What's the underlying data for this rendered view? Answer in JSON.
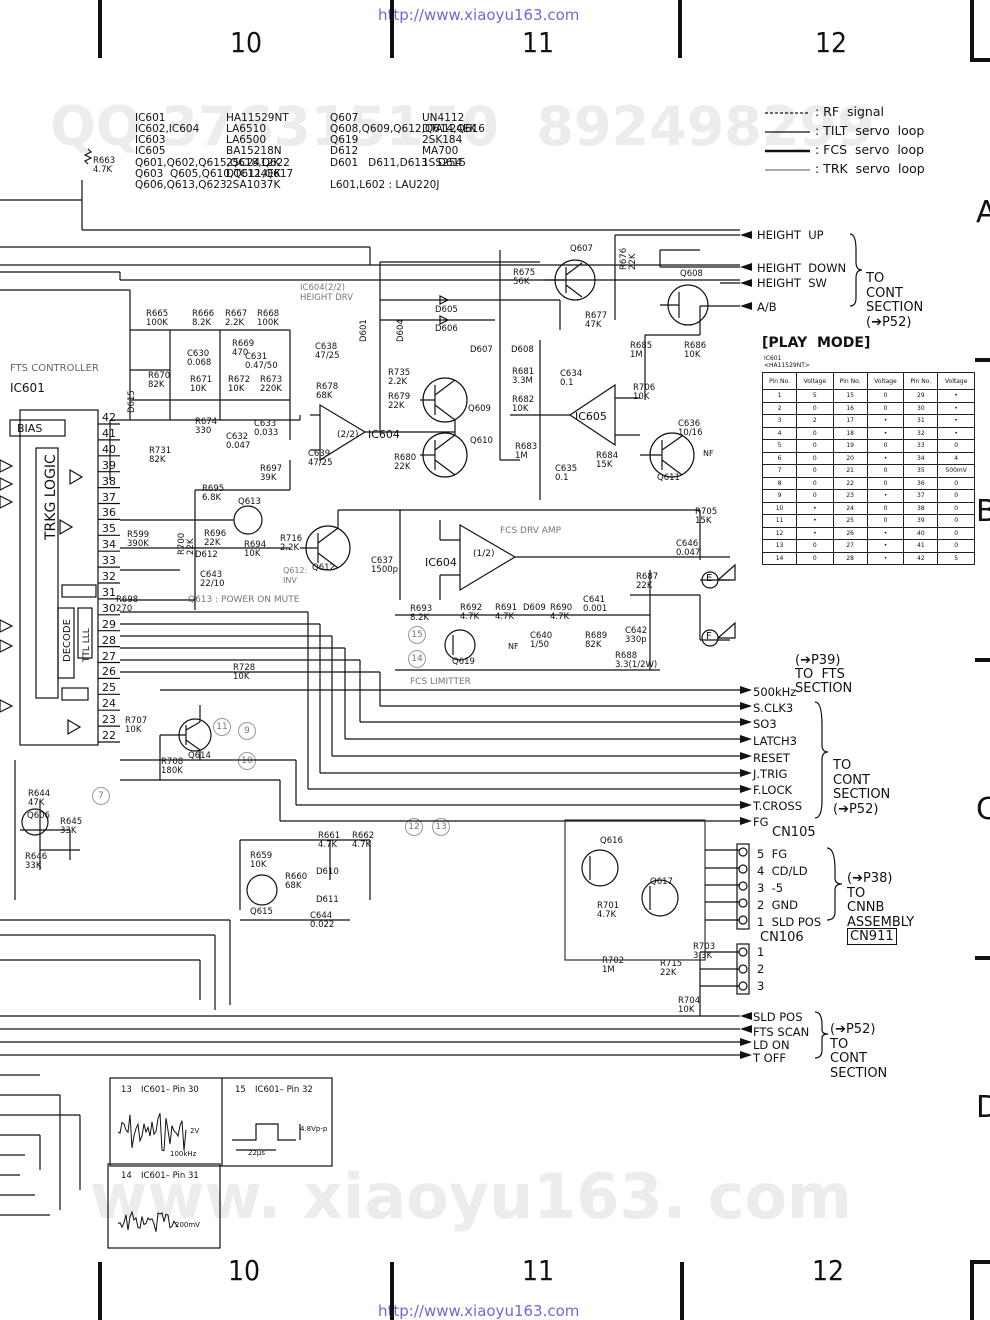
{
  "watermark": {
    "url_top": "http://www.xiaoyu163.com",
    "url_bottom": "http://www.xiaoyu163.com",
    "bg_big": "www. xiaoyu163. com",
    "bg_qq": "QQ 376315150  892498299"
  },
  "grid": {
    "columns_top": [
      "10",
      "11",
      "12"
    ],
    "columns_bottom": [
      "10",
      "11",
      "12"
    ],
    "rows": [
      "A",
      "B",
      "C",
      "D"
    ]
  },
  "bom": {
    "left": [
      "IC601",
      "IC602,IC604",
      "IC603",
      "IC605",
      "Q601,Q602,Q615,Q618,Q622",
      "",
      "Q603  Q605,Q610,Q611,Q617",
      "",
      "Q606,Q613,Q623",
      ""
    ],
    "left_values": [
      "HA11529NT",
      "LA6510",
      "LA6500",
      "BA15218N",
      "",
      "2SC2412K",
      "",
      "DTC124EK",
      "",
      "2SA1037K"
    ],
    "right": [
      "Q607",
      "Q608,Q609,Q612,Q614,Q616",
      "",
      "Q619",
      "D612",
      "D601   D611,D613   D615",
      "",
      "L601,L602 : LAU220J"
    ],
    "right_values": [
      "UN4112",
      "",
      "DTA124EK",
      "2SK184",
      "MA700",
      "",
      "1SS254",
      ""
    ]
  },
  "legend": [
    {
      "label": ": RF  signal",
      "style": "dash"
    },
    {
      "label": ": TILT  servo  loop",
      "style": "thin"
    },
    {
      "label": ": FCS  servo  loop",
      "style": "bold"
    },
    {
      "label": ": TRK  servo  loop",
      "style": "gray"
    }
  ],
  "signals_top": [
    "HEIGHT  UP",
    "HEIGHT  DOWN",
    "HEIGHT  SW",
    "A/B"
  ],
  "nav_top": {
    "l1": "TO",
    "l2": "CONT",
    "l3": "SECTION",
    "l4": "(➔P52)"
  },
  "play_mode": {
    "title": "[PLAY  MODE]",
    "sub1": "IC601",
    "sub2": "<HA11529NT>",
    "headers": [
      "Pin No.",
      "Voltage",
      "Pin No.",
      "Voltage",
      "Pin No.",
      "Voltage"
    ],
    "rows": [
      [
        "1",
        "5",
        "15",
        "0",
        "29",
        "•"
      ],
      [
        "2",
        "0",
        "16",
        "0",
        "30",
        "•"
      ],
      [
        "3",
        "2",
        "17",
        "•",
        "31",
        "•"
      ],
      [
        "4",
        "0",
        "18",
        "•",
        "32",
        "•"
      ],
      [
        "5",
        "0",
        "19",
        "0",
        "33",
        "0"
      ],
      [
        "6",
        "0",
        "20",
        "•",
        "34",
        "4"
      ],
      [
        "7",
        "0",
        "21",
        "0",
        "35",
        "500mV"
      ],
      [
        "8",
        "0",
        "22",
        "0",
        "36",
        "0"
      ],
      [
        "9",
        "0",
        "23",
        "•",
        "37",
        "0"
      ],
      [
        "10",
        "•",
        "24",
        "0",
        "38",
        "0"
      ],
      [
        "11",
        "•",
        "25",
        "0",
        "39",
        "0"
      ],
      [
        "12",
        "•",
        "26",
        "•",
        "40",
        "0"
      ],
      [
        "13",
        "0",
        "27",
        "•",
        "41",
        "0"
      ],
      [
        "14",
        "0",
        "28",
        "•",
        "42",
        "5"
      ]
    ]
  },
  "fts_nav": {
    "l1": "(➔P39)",
    "l2": "TO  FTS",
    "l3": "SECTION"
  },
  "signals_mid": [
    "500kHz",
    "S.CLK3",
    "SO3",
    "LATCH3",
    "RESET",
    "J.TRIG",
    "F.LOCK",
    "T.CROSS",
    "FG"
  ],
  "nav_mid": {
    "l1": "TO",
    "l2": "CONT",
    "l3": "SECTION",
    "l4": "(➔P52)"
  },
  "cn105": {
    "name": "CN105",
    "pins": [
      "5  FG",
      "4  CD/LD",
      "3  -5",
      "2  GND",
      "1  SLD POS"
    ]
  },
  "cn106": {
    "name": "CN106",
    "pins": [
      "1",
      "2",
      "3"
    ]
  },
  "nav_cnnb": {
    "l1": "(➔P38)",
    "l2": "TO",
    "l3": "CNNB",
    "l4": "ASSEMBLY",
    "l5": "CN911"
  },
  "signals_bottom": [
    "SLD POS",
    "FTS SCAN",
    "LD ON",
    "T OFF"
  ],
  "nav_bottom": {
    "l1": "(➔P52)",
    "l2": "TO",
    "l3": "CONT",
    "l4": "SECTION"
  },
  "waveforms": {
    "w13": {
      "num": "13",
      "title": "IC601– Pin 30",
      "scale_v": "2V",
      "scale_t": "100kHz"
    },
    "w15": {
      "num": "15",
      "title": "IC601– Pin 32",
      "amp": "4.8Vp-p",
      "time": "22µs"
    },
    "w14": {
      "num": "14",
      "title": "IC601– Pin 31",
      "scale": "200mV"
    }
  },
  "ic_labels": {
    "fts_controller": "FTS CONTROLLER",
    "ic601": "IC601",
    "bias": "BIAS",
    "trkg_logic": "TRKG LOGIC",
    "decode": "DECODE",
    "ttl_lll": "TTL LLL",
    "ic604_22": "IC604(2/2)",
    "height_drv": "HEIGHT DRV",
    "ic604": "IC604",
    "ic604_half": "(2/2)",
    "ic605": "IC605",
    "fcs_drv": "FCS DRV AMP",
    "ic604_b": "IC604",
    "ic604_12": "(1/2)",
    "q613_mute": "Q613 : POWER ON MUTE",
    "q612_inv": "Q612:",
    "inv": "INV",
    "fcs_limiter": "FCS LIMITTER"
  },
  "pins_ic601": [
    "42",
    "41",
    "40",
    "39",
    "38",
    "37",
    "36",
    "35",
    "34",
    "33",
    "32",
    "31",
    "30",
    "29",
    "28",
    "27",
    "26",
    "25",
    "24",
    "23",
    "22"
  ],
  "components": [
    {
      "n": "R663",
      "v": "4.7K"
    },
    {
      "n": "R665",
      "v": "100K"
    },
    {
      "n": "R666",
      "v": "8.2K"
    },
    {
      "n": "R667",
      "v": "2.2K"
    },
    {
      "n": "R668",
      "v": "100K"
    },
    {
      "n": "C630",
      "v": "0.068"
    },
    {
      "n": "R669",
      "v": "470"
    },
    {
      "n": "C631",
      "v": "0.47/50"
    },
    {
      "n": "R670",
      "v": "82K"
    },
    {
      "n": "R671",
      "v": "10K"
    },
    {
      "n": "R672",
      "v": "10K"
    },
    {
      "n": "R673",
      "v": "220K"
    },
    {
      "n": "R674",
      "v": "330"
    },
    {
      "n": "C632",
      "v": "0.047"
    },
    {
      "n": "C633",
      "v": "0.033"
    },
    {
      "n": "R731",
      "v": "82K"
    },
    {
      "n": "D615",
      "v": ""
    },
    {
      "n": "C638",
      "v": "47/25"
    },
    {
      "n": "R678",
      "v": "68K"
    },
    {
      "n": "C639",
      "v": "47/25"
    },
    {
      "n": "R697",
      "v": "39K"
    },
    {
      "n": "R695",
      "v": "6.8K"
    },
    {
      "n": "Q613",
      "v": ""
    },
    {
      "n": "R599",
      "v": "390K"
    },
    {
      "n": "R696",
      "v": "22K"
    },
    {
      "n": "D612",
      "v": ""
    },
    {
      "n": "R694",
      "v": "10K"
    },
    {
      "n": "R716",
      "v": "2.2K"
    },
    {
      "n": "R700",
      "v": "22K"
    },
    {
      "n": "C643",
      "v": "22/10"
    },
    {
      "n": "R698",
      "v": "270"
    },
    {
      "n": "Q612",
      "v": ""
    },
    {
      "n": "C637",
      "v": "1500p"
    },
    {
      "n": "R728",
      "v": "10K"
    },
    {
      "n": "R707",
      "v": "10K"
    },
    {
      "n": "R708",
      "v": "180K"
    },
    {
      "n": "Q614",
      "v": ""
    },
    {
      "n": "R644",
      "v": "47K"
    },
    {
      "n": "Q606",
      "v": ""
    },
    {
      "n": "R645",
      "v": "33K"
    },
    {
      "n": "R646",
      "v": "33K"
    },
    {
      "n": "R675",
      "v": "56K"
    },
    {
      "n": "Q607",
      "v": ""
    },
    {
      "n": "R677",
      "v": "47K"
    },
    {
      "n": "R676",
      "v": "22K"
    },
    {
      "n": "Q608",
      "v": ""
    },
    {
      "n": "D605",
      "v": ""
    },
    {
      "n": "D606",
      "v": ""
    },
    {
      "n": "D601",
      "v": ""
    },
    {
      "n": "D604",
      "v": ""
    },
    {
      "n": "D607",
      "v": ""
    },
    {
      "n": "D608",
      "v": ""
    },
    {
      "n": "R735",
      "v": "2.2K"
    },
    {
      "n": "R679",
      "v": "22K"
    },
    {
      "n": "R680",
      "v": "22K"
    },
    {
      "n": "Q609",
      "v": ""
    },
    {
      "n": "Q610",
      "v": ""
    },
    {
      "n": "R681",
      "v": "3.3M"
    },
    {
      "n": "C634",
      "v": "0.1"
    },
    {
      "n": "R682",
      "v": "10K"
    },
    {
      "n": "R683",
      "v": "1M"
    },
    {
      "n": "C635",
      "v": "0.1"
    },
    {
      "n": "R684",
      "v": "15K"
    },
    {
      "n": "R685",
      "v": "1M"
    },
    {
      "n": "R686",
      "v": "10K"
    },
    {
      "n": "R706",
      "v": "10K"
    },
    {
      "n": "C636",
      "v": "10/16"
    },
    {
      "n": "Q611",
      "v": ""
    },
    {
      "n": "R705",
      "v": "15K"
    },
    {
      "n": "C646",
      "v": "0.047"
    },
    {
      "n": "R687",
      "v": "22K"
    },
    {
      "n": "C641",
      "v": "0.001"
    },
    {
      "n": "R693",
      "v": "8.2K"
    },
    {
      "n": "R692",
      "v": "4.7K"
    },
    {
      "n": "R691",
      "v": "4.7K"
    },
    {
      "n": "D609",
      "v": ""
    },
    {
      "n": "R690",
      "v": "4.7K"
    },
    {
      "n": "C640",
      "v": "1/50"
    },
    {
      "n": "R689",
      "v": "82K"
    },
    {
      "n": "C642",
      "v": "330p"
    },
    {
      "n": "R688",
      "v": "3.3(1/2W)"
    },
    {
      "n": "Q619",
      "v": ""
    },
    {
      "n": "R661",
      "v": "4.7K"
    },
    {
      "n": "R662",
      "v": "4.7K"
    },
    {
      "n": "R659",
      "v": "10K"
    },
    {
      "n": "R660",
      "v": "68K"
    },
    {
      "n": "D610",
      "v": ""
    },
    {
      "n": "D611",
      "v": ""
    },
    {
      "n": "Q615",
      "v": ""
    },
    {
      "n": "C644",
      "v": "0.022"
    },
    {
      "n": "Q616",
      "v": ""
    },
    {
      "n": "Q617",
      "v": ""
    },
    {
      "n": "R701",
      "v": "4.7K"
    },
    {
      "n": "R702",
      "v": "1M"
    },
    {
      "n": "R703",
      "v": "3.3K"
    },
    {
      "n": "R715",
      "v": "22K"
    },
    {
      "n": "R704",
      "v": "10K"
    }
  ],
  "circle_marks": [
    "11",
    "9",
    "10",
    "7",
    "12",
    "13",
    "15",
    "14"
  ],
  "nf_labels": [
    "NF",
    "NF"
  ],
  "term_labels": [
    "E",
    "F"
  ]
}
